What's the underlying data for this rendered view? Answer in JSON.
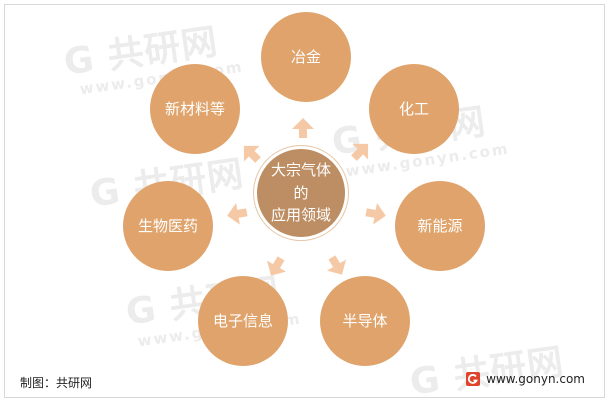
{
  "center": {
    "label": "大宗气体的应用领域"
  },
  "nodes": [
    {
      "id": "metallurgy",
      "label": "冶金"
    },
    {
      "id": "chemical",
      "label": "化工"
    },
    {
      "id": "new-energy",
      "label": "新能源"
    },
    {
      "id": "semiconductor",
      "label": "半导体"
    },
    {
      "id": "electronics",
      "label": "电子信息"
    },
    {
      "id": "biomedicine",
      "label": "生物医药"
    },
    {
      "id": "new-materials",
      "label": "新材料等"
    }
  ],
  "footer": {
    "source": "制图：共研网",
    "website": "www.gonyn.com"
  },
  "watermark": {
    "brand": "共研网",
    "domain": "www.gonyn.com"
  },
  "colors": {
    "node_fill": "#dfa36b",
    "center_fill": "#bd8e63",
    "arrow_fill": "#f5c9a6",
    "logo_red": "#e0432b"
  }
}
